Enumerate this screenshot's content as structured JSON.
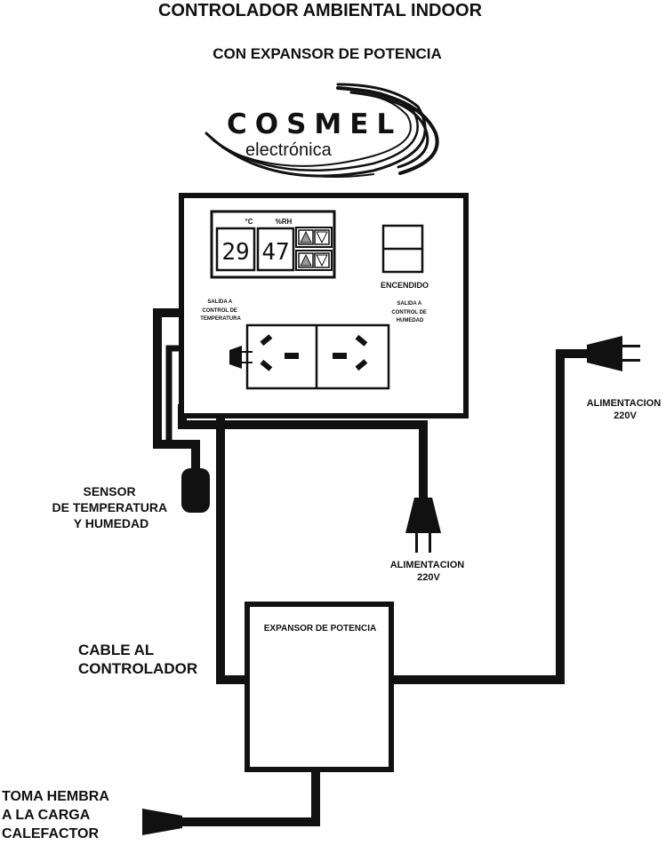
{
  "title": "CONTROLADOR AMBIENTAL INDOOR",
  "subtitle": "CON EXPANSOR DE POTENCIA",
  "logo": {
    "brand": "COSMEL",
    "sub": "electrónica"
  },
  "controller": {
    "temp_unit": "°C",
    "hum_unit": "%RH",
    "temp_value": "29",
    "hum_value": "47",
    "power_label": "ENCENDIDO",
    "out_temp_label": [
      "SALIDA A",
      "CONTROL DE",
      "TEMPERATURA"
    ],
    "out_hum_label": [
      "SALIDA A",
      "CONTROL DE",
      "HUMEDAD"
    ]
  },
  "labels": {
    "sensor": [
      "SENSOR",
      "DE TEMPERATURA",
      "Y HUMEDAD"
    ],
    "power_supply_center": [
      "ALIMENTACION",
      "220V"
    ],
    "power_supply_right": [
      "ALIMENTACION",
      "220V"
    ],
    "cable": [
      "CABLE AL",
      "CONTROLADOR"
    ],
    "expander": "EXPANSOR DE POTENCIA",
    "socket": [
      "TOMA HEMBRA",
      "A LA CARGA",
      "CALEFACTOR"
    ]
  },
  "colors": {
    "ink": "#111111",
    "paper": "#ffffff",
    "button_fill": "#9a9a9a"
  }
}
